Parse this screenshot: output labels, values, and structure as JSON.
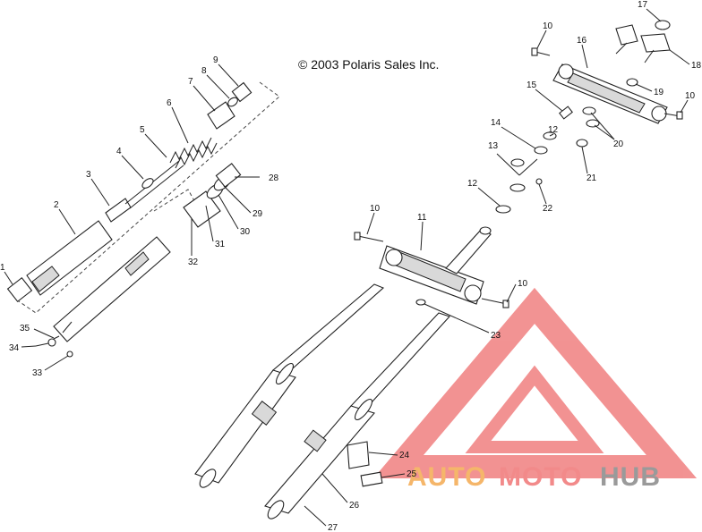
{
  "copyright": "© 2003 Polaris Sales Inc.",
  "watermark": {
    "word_1": "AUTO",
    "word_2": "MOTO",
    "word_3": "HUB",
    "color_1": "#f5b66a",
    "color_2": "#f28a8a",
    "color_3": "#9a9a9a",
    "logo_color": "#f08080"
  },
  "callouts": [
    "1",
    "2",
    "3",
    "4",
    "5",
    "6",
    "7",
    "8",
    "9",
    "10",
    "10",
    "10",
    "10",
    "11",
    "12",
    "12",
    "13",
    "14",
    "15",
    "16",
    "17",
    "18",
    "19",
    "20",
    "21",
    "22",
    "23",
    "24",
    "25",
    "26",
    "27",
    "28",
    "29",
    "30",
    "31",
    "32",
    "33",
    "34",
    "35"
  ]
}
